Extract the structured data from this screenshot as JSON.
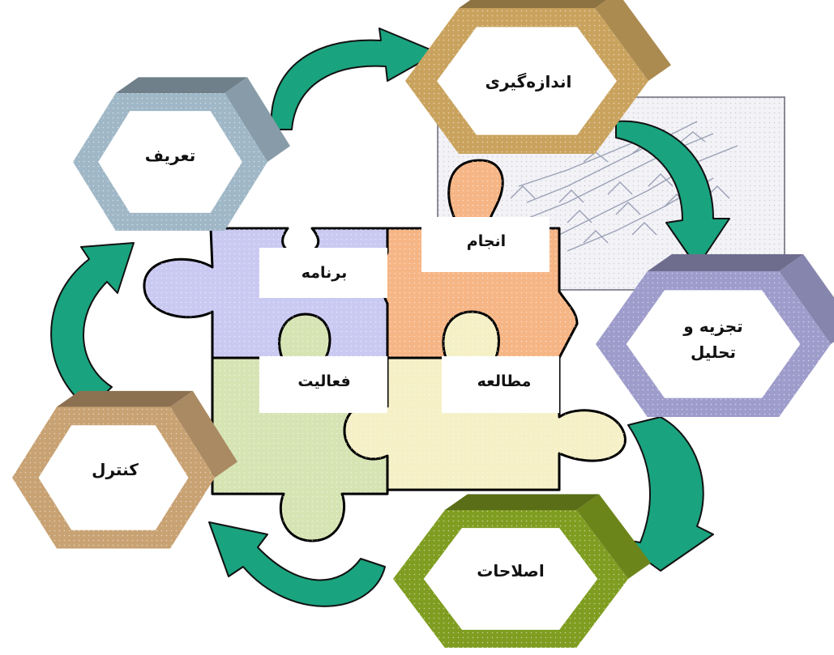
{
  "diagram": {
    "stages": [
      {
        "id": "define",
        "label": "تعریف",
        "color": "#9fb7c6"
      },
      {
        "id": "measure",
        "label": "اندازه‌گیری",
        "color": "#c9a35e"
      },
      {
        "id": "analyze",
        "label": "تجزیه و",
        "label2": "تحلیل",
        "color": "#9e9ccb"
      },
      {
        "id": "improve",
        "label": "اصلاحات",
        "color": "#7f9d20"
      },
      {
        "id": "control",
        "label": "کنترل",
        "color": "#c8a273"
      }
    ],
    "puzzle": [
      {
        "id": "program",
        "label": "برنامه",
        "color": "#c9c9f2"
      },
      {
        "id": "do",
        "label": "انجام",
        "color": "#f6b585"
      },
      {
        "id": "activity",
        "label": "فعالیت",
        "color": "#d6e4b4"
      },
      {
        "id": "study",
        "label": "مطالعه",
        "color": "#f5f0c6"
      }
    ],
    "arrow_color": "#1aa37f"
  }
}
